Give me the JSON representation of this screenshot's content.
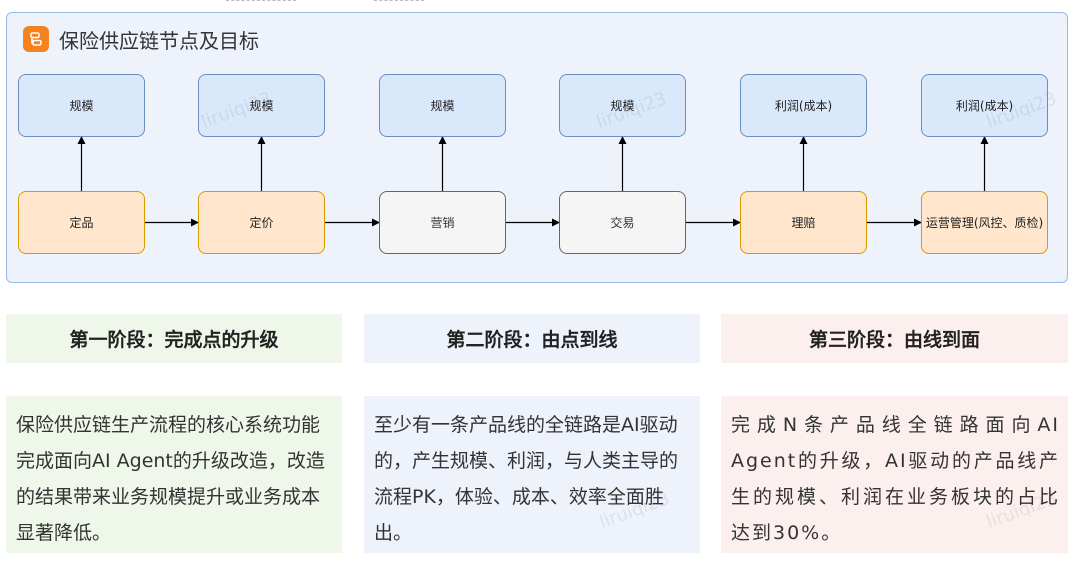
{
  "panel": {
    "title": "保险供应链节点及目标",
    "icon": "orange-flow-icon"
  },
  "goals": [
    {
      "id": "g1",
      "label": "规模"
    },
    {
      "id": "g2",
      "label": "规模"
    },
    {
      "id": "g3",
      "label": "规模"
    },
    {
      "id": "g4",
      "label": "规模"
    },
    {
      "id": "g5",
      "label": "利润(成本)"
    },
    {
      "id": "g6",
      "label": "利润(成本)"
    }
  ],
  "nodes": [
    {
      "id": "n1",
      "label": "定品",
      "color": "#ffe6cc"
    },
    {
      "id": "n2",
      "label": "定价",
      "color": "#ffe6cc"
    },
    {
      "id": "n3",
      "label": "营销",
      "color": "#f5f5f5"
    },
    {
      "id": "n4",
      "label": "交易",
      "color": "#f5f5f5"
    },
    {
      "id": "n5",
      "label": "理赔",
      "color": "#ffe6cc"
    },
    {
      "id": "n6",
      "label": "运营管理(风控、质检)",
      "color": "#ffe6cc"
    }
  ],
  "edges": [
    [
      "n1",
      "n2"
    ],
    [
      "n2",
      "n3"
    ],
    [
      "n3",
      "n4"
    ],
    [
      "n4",
      "n5"
    ],
    [
      "n5",
      "n6"
    ],
    [
      "n1",
      "g1"
    ],
    [
      "n2",
      "g2"
    ],
    [
      "n3",
      "g3"
    ],
    [
      "n4",
      "g4"
    ],
    [
      "n5",
      "g5"
    ],
    [
      "n6",
      "g6"
    ]
  ],
  "stages": [
    {
      "title": "第一阶段：完成点的升级",
      "body": "保险供应链生产流程的核心系统功能完成面向AI Agent的升级改造，改造的结果带来业务规模提升或业务成本显著降低。",
      "color": "#eef7ea"
    },
    {
      "title": "第二阶段：由点到线",
      "body": "至少有一条产品线的全链路是AI驱动的，产生规模、利润，与人类主导的流程PK，体验、成本、效率全面胜出。",
      "color": "#edf2fb"
    },
    {
      "title": "第三阶段：由线到面",
      "body": "完成N条产品线全链路面向AI Agent的升级，AI驱动的产品线产生的规模、利润在业务板块的占比达到30%。",
      "color": "#fcf0ee"
    }
  ],
  "watermark": "liruiqi23"
}
